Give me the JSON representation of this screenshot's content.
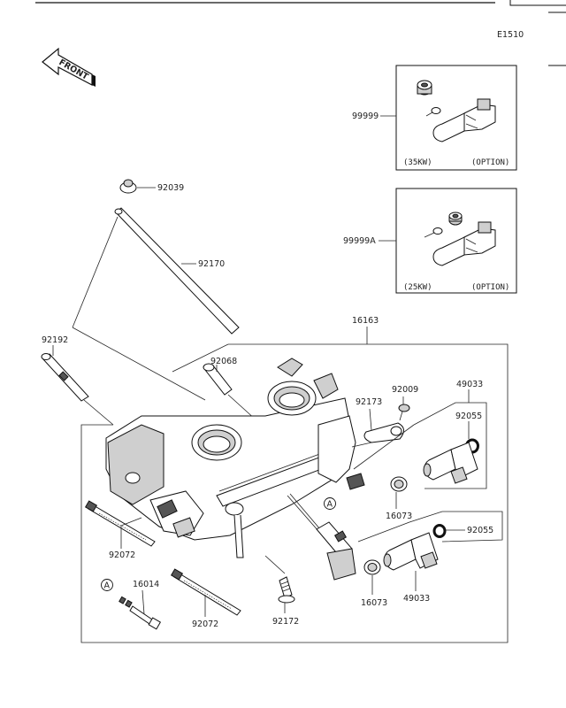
{
  "diagram_code": "E1510",
  "front_label": "FRONT",
  "circle_ref": "A",
  "parts": {
    "p99999": "99999",
    "p99999A": "99999A",
    "p92039": "92039",
    "p92170": "92170",
    "p92192": "92192",
    "p16163": "16163",
    "p92068": "92068",
    "p92009": "92009",
    "p49033_top": "49033",
    "p92173": "92173",
    "p92055_top": "92055",
    "p16073_top": "16073",
    "p92055_bot": "92055",
    "p16073_bot": "16073",
    "p49033_bot": "49033",
    "p92072_left": "92072",
    "p16014": "16014",
    "p92072_bot": "92072",
    "p92172": "92172"
  },
  "option_boxes": {
    "box1": {
      "note_left": "(35KW)",
      "note_right": "(OPTION)"
    },
    "box2": {
      "note_left": "(25KW)",
      "note_right": "(OPTION)"
    }
  }
}
